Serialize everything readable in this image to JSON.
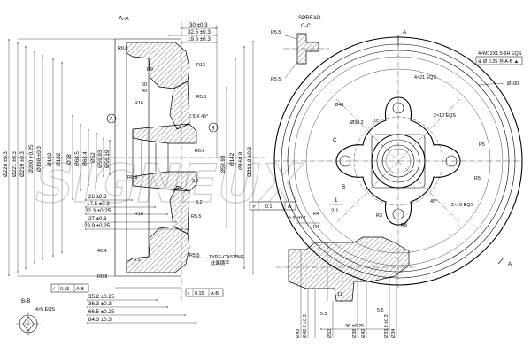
{
  "views": {
    "section_aa": "A-A",
    "section_bb": "B-B",
    "section_cc": "C-C",
    "spread": "SPREAD",
    "arrow_a_top": "A",
    "arrow_a_bottom": "A",
    "arrow_c": "C",
    "arrow_b": "B",
    "detail_1": "1",
    "detail_scale": "2:1"
  },
  "watermark": "SIGNEUX",
  "dims_top": [
    "30 ±0.3",
    "32.5 ±0.3",
    "19.6 ±0.3"
  ],
  "dims_left_vertical": [
    "Ø228 ±0.3",
    "Ø221 ±0.3",
    "Ø219 ±0.3",
    "Ø200 +0.25",
    "Ø198 ±0.3",
    "Ø192",
    "Ø182",
    "Ø78",
    "Ø68.5",
    "Ø63.4",
    "Ø52",
    "Ø59.93",
    "Ø56.19"
  ],
  "dims_right_vertical": [
    "Ø58.98",
    "Ø142",
    "Ø168.8",
    "Ø212.8 ±0.3"
  ],
  "dims_hub_left": [
    "26 ±0.3",
    "17.5 ±0.3",
    "22.3 ±0.25",
    "27 ±0.3",
    "29.9 ±0.25"
  ],
  "dims_bottom": [
    "35.2 ±0.25",
    "36.3 ±0.3",
    "66.5 ±0.25",
    "84.3 ±0.3"
  ],
  "labels_section": [
    "R0.8",
    "R9",
    "60",
    "49",
    "R12",
    "R5.5",
    "R16",
    "2.5 X 45°",
    "R0.8",
    "R18",
    "40.4",
    "3.5",
    "R0.8",
    "R5.5",
    "R5.5",
    "R0.8",
    "3.2",
    "3.2",
    "10°"
  ],
  "tolerance_frames": [
    {
      "sym": "⌭",
      "val": "0.1",
      "ref": "A"
    },
    {
      "sym": "/",
      "val": "0.15",
      "ref": "A-B"
    },
    {
      "sym": "/",
      "val": "0.15",
      "ref": "A-B"
    }
  ],
  "callouts": {
    "casting": "TYPE-CASTING",
    "casting_cn": "此面铸字",
    "eqs_4x5": "4×5 EQS",
    "thread": "4×M12X1.5-6H EQS",
    "position_tol": "⊕ Ø 0.25 Ⓜ A-B ▲",
    "d100": "Ø100",
    "eqs_4x21": "4×21 EQS",
    "eqs_2x10_a": "2×10 EQS",
    "eqs_2x10_b": "2×10 EQS",
    "d48": "Ø48",
    "d38_2": "Ø38.2",
    "ang10": "10°",
    "ang45": "45°",
    "r5_a": "R5",
    "r5_b": "R5",
    "r5_5a": "R5.5",
    "r5_5b": "R5.5"
  },
  "detail_dims": [
    "5.9 ±0.3",
    "R4",
    "R4",
    "R3",
    "R8",
    "11",
    "5.5",
    "5.5",
    "36 ±0.25",
    "Ø43",
    "Ø42.2 ±0.3",
    "Ø52",
    "Ø38",
    "Ø42",
    "Ø33.3 ±0.3",
    "Ø34"
  ],
  "circle_labels": [
    "A",
    "B"
  ]
}
